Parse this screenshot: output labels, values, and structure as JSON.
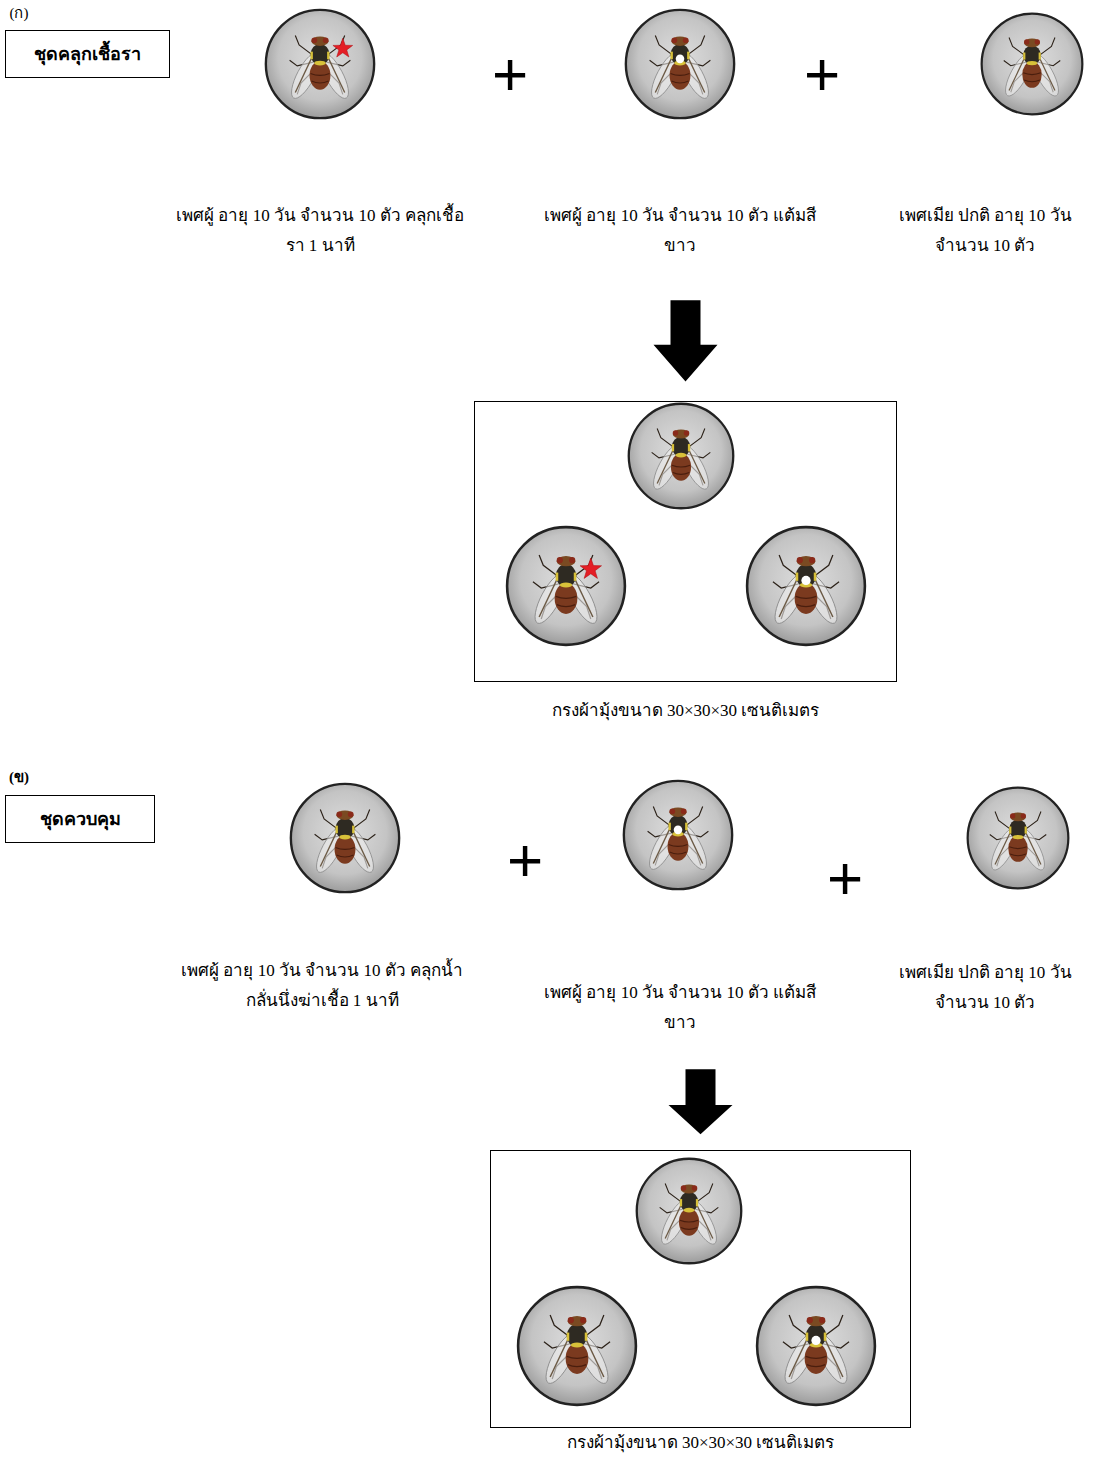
{
  "diagram": {
    "nodes": [
      {
        "text": [
          "ชุดคลุกเชื้อรา"
        ]
      },
      {
        "text": [
          "เพศผู้ อายุ 10 วัน จำนวน 10 ตัว คลุกเชื้อรา 1 นาที"
        ]
      },
      {
        "text": [
          "เพศผู้ อายุ 10 วัน จำนวน 10 ตัว แต้มสีขาว"
        ]
      },
      {
        "text": [
          "เพศเมีย ปกติ อายุ 10 วัน จำนวน 10 ตัว"
        ]
      },
      {
        "text": [
          "กรงผ้ามุ้งขนาด 30×30×30 เซนติเมตร"
        ]
      },
      {
        "text": [
          "ชุดควบคุม"
        ]
      },
      {
        "text": [
          "เพศผู้ อายุ 10 วัน จำนวน 10 ตัว คลุกน้ำกลั่นนึ่งฆ่าเชื้อ 1 นาที"
        ]
      },
      {
        "text": [
          "เพศผู้ อายุ 10 วัน จำนวน 10 ตัว แต้มสีขาว"
        ]
      },
      {
        "text": [
          "เพศเมีย ปกติ อายุ 10 วัน จำนวน 10 ตัว"
        ]
      },
      {
        "text": [
          "กรงผ้ามุ้งขนาด 30×30×30 เซนติเมตร"
        ]
      }
    ],
    "edges": [
      {
        "from": 2,
        "to": 4,
        "arrow": "to"
      },
      {
        "from": 7,
        "to": 9,
        "arrow": "to"
      }
    ],
    "labels": [
      "(ก)",
      "+",
      "+",
      "(ข)",
      "+",
      "+"
    ]
  }
}
